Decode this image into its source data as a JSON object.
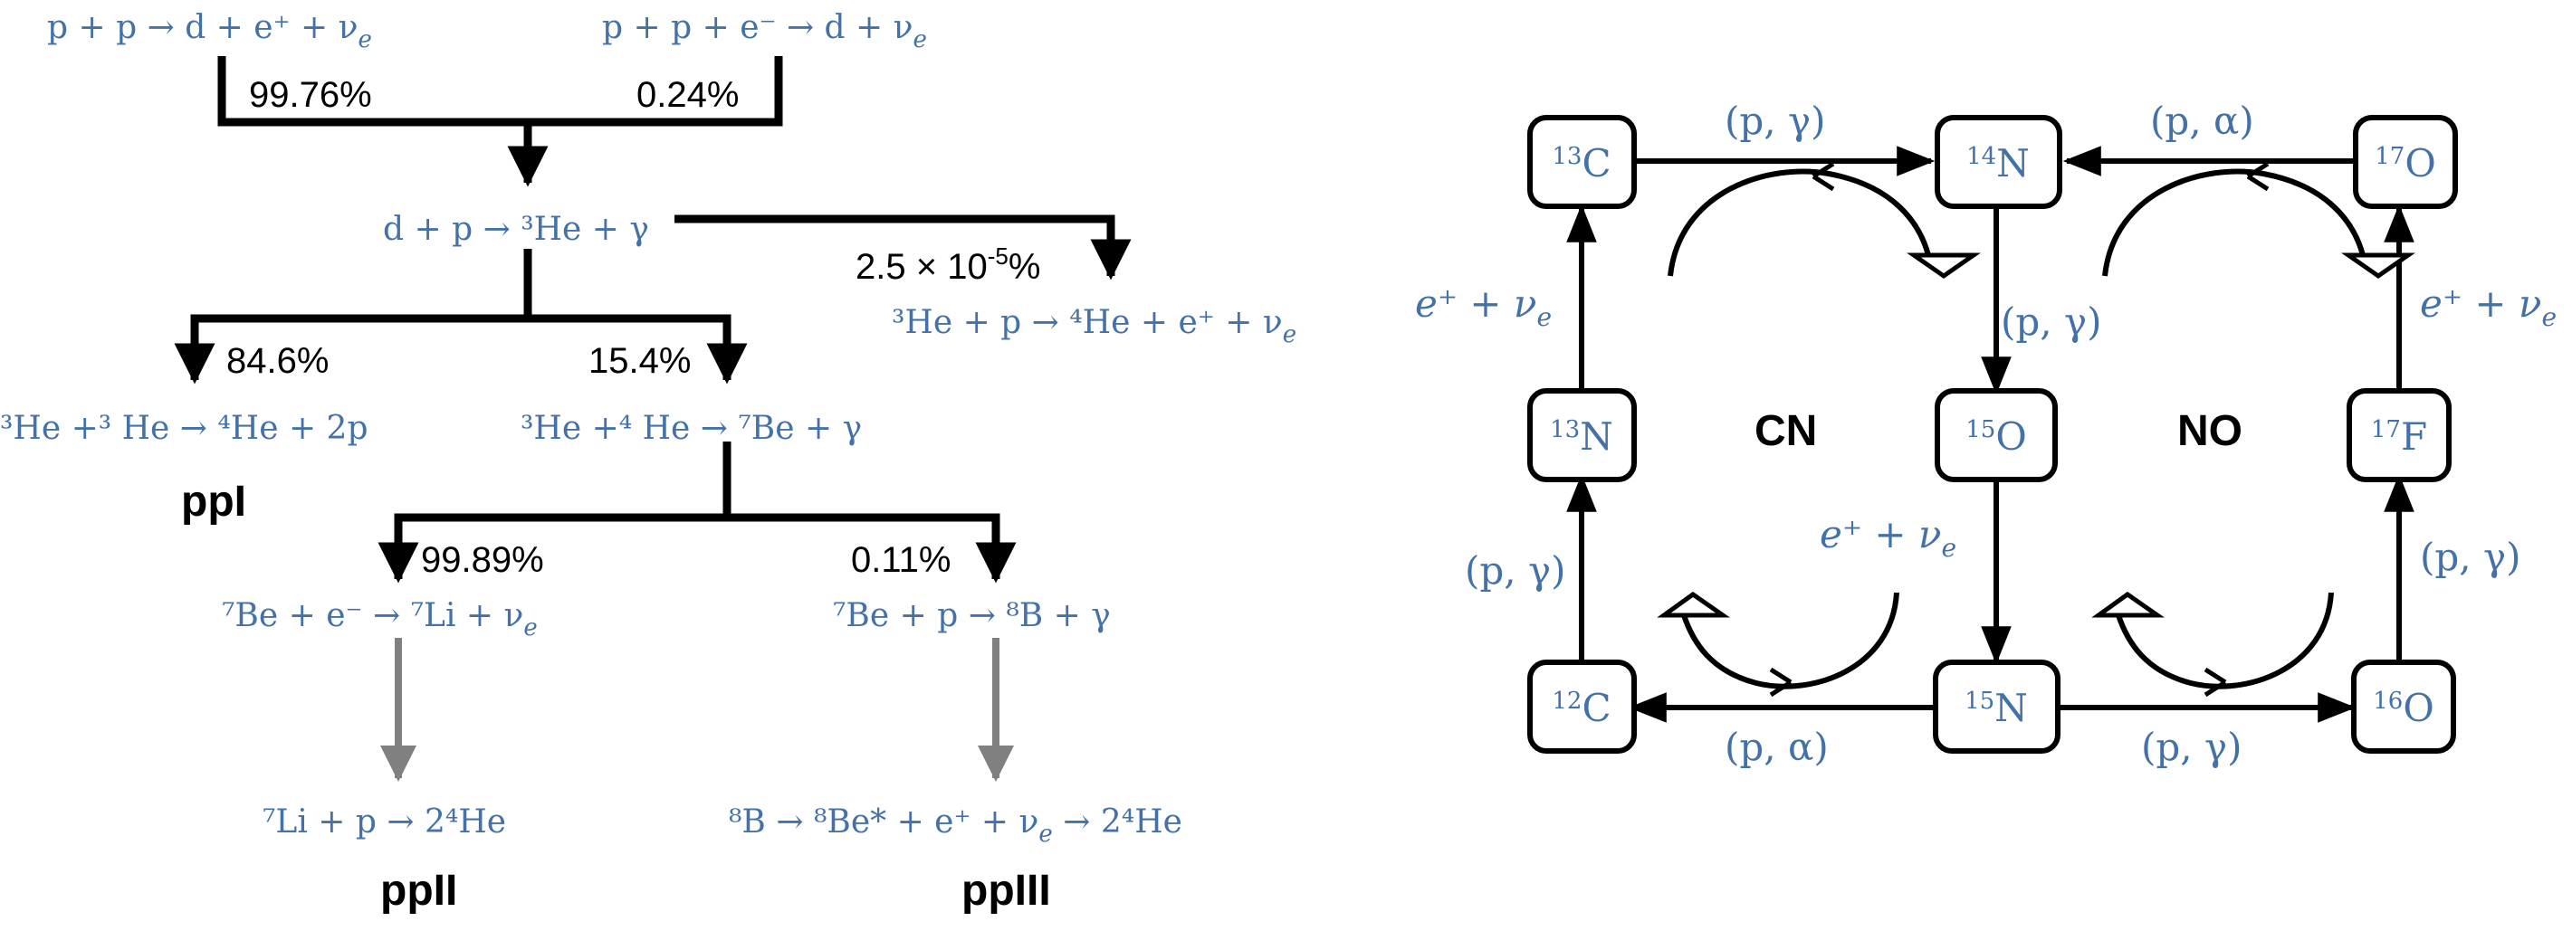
{
  "pp_chain": {
    "r1": "p + p → d + e⁺ + ν",
    "r1_sub": "e",
    "r2": "p + p + e⁻ → d + ν",
    "r2_sub": "e",
    "pct_r1": "99.76%",
    "pct_r2": "0.24%",
    "r3": "d + p → ³He + γ",
    "pct_hep": "2.5 × 10",
    "pct_hep_exp": "-5",
    "pct_hep_tail": "%",
    "hep": "³He + p → ⁴He + e⁺ + ν",
    "hep_sub": "e",
    "pct_ppI": "84.6%",
    "pct_ppII_III": "15.4%",
    "r_ppI": "³He +³ He → ⁴He + 2p",
    "r_be7": "³He +⁴ He → ⁷Be + γ",
    "label_ppI": "ppI",
    "pct_ppII": "99.89%",
    "pct_ppIII": "0.11%",
    "r_be7e": "⁷Be + e⁻ → ⁷Li + ν",
    "r_be7e_sub": "e",
    "r_be7p": "⁷Be + p → ⁸B + γ",
    "r_li7": "⁷Li + p → 2⁴He",
    "r_b8": "⁸B → ⁸Be* + e⁺ + ν",
    "r_b8_sub": "e",
    "r_b8_tail": " → 2⁴He",
    "label_ppII": "ppII",
    "label_ppIII": "ppIII"
  },
  "cno_cycle": {
    "nodes": {
      "c13": {
        "mass": "13",
        "el": "C"
      },
      "n14": {
        "mass": "14",
        "el": "N"
      },
      "o17": {
        "mass": "17",
        "el": "O"
      },
      "n13": {
        "mass": "13",
        "el": "N"
      },
      "o15": {
        "mass": "15",
        "el": "O"
      },
      "f17": {
        "mass": "17",
        "el": "F"
      },
      "c12": {
        "mass": "12",
        "el": "C"
      },
      "n15": {
        "mass": "15",
        "el": "N"
      },
      "o16": {
        "mass": "16",
        "el": "O"
      }
    },
    "labels": {
      "pg_top": "(p, γ)",
      "pa_top": "(p, α)",
      "e_left": "e⁺ + ν",
      "e_left_sub": "e",
      "pg_mid": "(p, γ)",
      "e_right": "e⁺ + ν",
      "e_right_sub": "e",
      "cn": "CN",
      "no": "NO",
      "e_mid": "e⁺ + ν",
      "e_mid_sub": "e",
      "pg_left": "(p, γ)",
      "pg_right": "(p, γ)",
      "pa_bottom": "(p, α)",
      "pg_bottom": "(p, γ)"
    }
  }
}
